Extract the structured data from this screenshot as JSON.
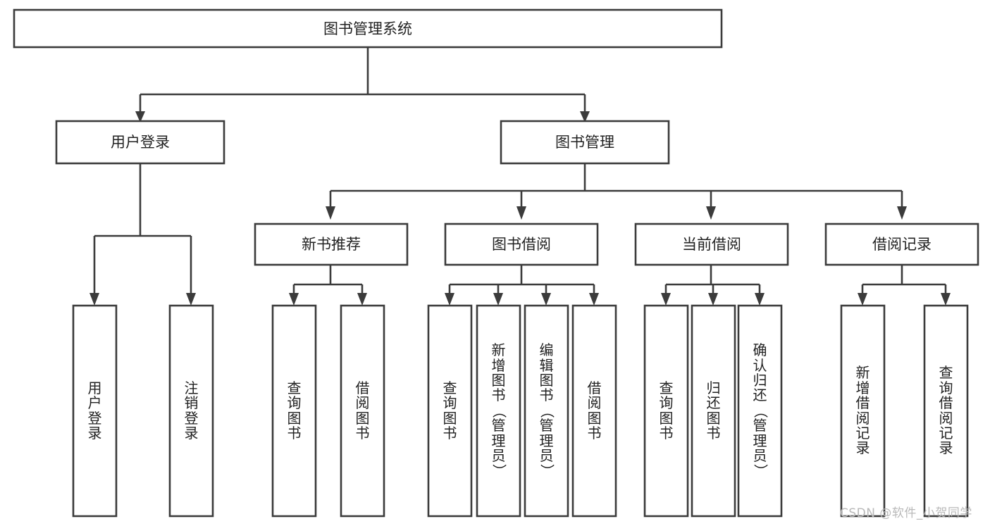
{
  "diagram": {
    "type": "tree-hierarchy",
    "title": "图书管理系统",
    "orientation": "top-down",
    "colors": {
      "box_stroke": "#3b3b3b",
      "box_fill": "#ffffff",
      "connector": "#3b3b3b",
      "text": "#222222",
      "background": "#ffffff",
      "watermark": "#b9b9b9"
    },
    "root": {
      "id": "root",
      "label": "图书管理系统"
    },
    "level2": [
      {
        "id": "user-login",
        "label": "用户登录"
      },
      {
        "id": "book-manage",
        "label": "图书管理"
      }
    ],
    "level3": [
      {
        "id": "new-book-rec",
        "label": "新书推荐",
        "parent": "book-manage"
      },
      {
        "id": "book-borrow",
        "label": "图书借阅",
        "parent": "book-manage"
      },
      {
        "id": "current-borrow",
        "label": "当前借阅",
        "parent": "book-manage"
      },
      {
        "id": "borrow-record",
        "label": "借阅记录",
        "parent": "book-manage"
      }
    ],
    "leaves": [
      {
        "id": "leaf-user-login",
        "parent": "user-login",
        "label": "用户登录"
      },
      {
        "id": "leaf-logout",
        "parent": "user-login",
        "label": "注销登录"
      },
      {
        "id": "leaf-query-book-1",
        "parent": "new-book-rec",
        "label": "查询图书"
      },
      {
        "id": "leaf-borrow-book-1",
        "parent": "new-book-rec",
        "label": "借阅图书"
      },
      {
        "id": "leaf-query-book-2",
        "parent": "book-borrow",
        "label": "查询图书"
      },
      {
        "id": "leaf-add-book",
        "parent": "book-borrow",
        "label": "新增图书（管理员）"
      },
      {
        "id": "leaf-edit-book",
        "parent": "book-borrow",
        "label": "编辑图书（管理员）"
      },
      {
        "id": "leaf-borrow-book-2",
        "parent": "book-borrow",
        "label": "借阅图书"
      },
      {
        "id": "leaf-query-book-3",
        "parent": "current-borrow",
        "label": "查询图书"
      },
      {
        "id": "leaf-return-book",
        "parent": "current-borrow",
        "label": "归还图书"
      },
      {
        "id": "leaf-confirm-return",
        "parent": "current-borrow",
        "label": "确认归还（管理员）"
      },
      {
        "id": "leaf-add-record",
        "parent": "borrow-record",
        "label": "新增借阅记录"
      },
      {
        "id": "leaf-query-record",
        "parent": "borrow-record",
        "label": "查询借阅记录"
      }
    ]
  },
  "watermark": {
    "text": "CSDN @软件_小贺同学"
  }
}
